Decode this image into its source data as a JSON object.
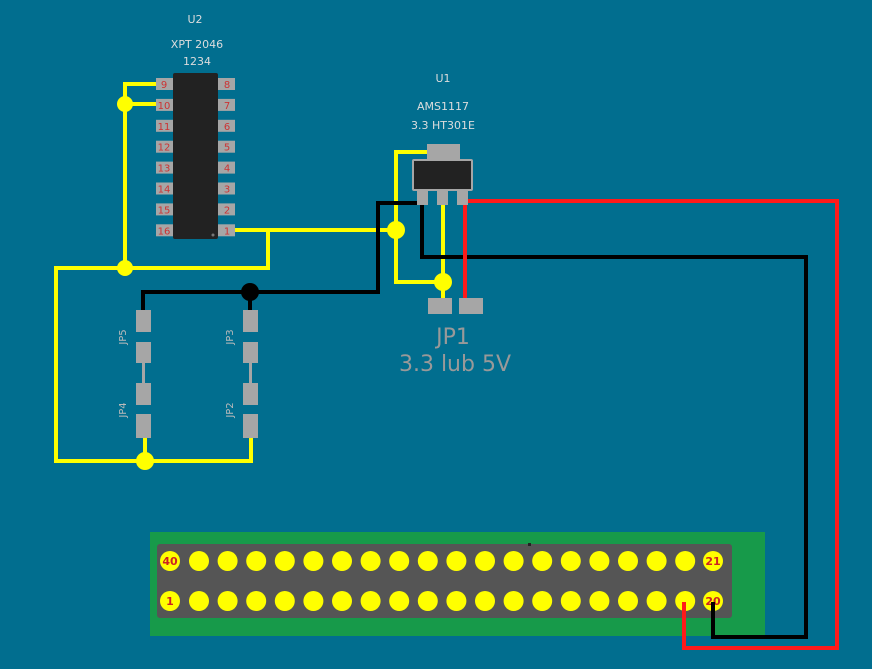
{
  "background": "#016e8f",
  "colors": {
    "wire_yellow": "#ffff00",
    "wire_black": "#000000",
    "wire_red": "#ff1a1a",
    "pad": "#a6a6a6",
    "ic_body": "#222222",
    "pin_label": "#cc3333",
    "silk": "#cccccc",
    "board": "#179a4a",
    "header_body": "#555555"
  },
  "u2": {
    "ref": "U2",
    "value": "XPT 2046",
    "code": "1234",
    "pins_left": [
      "9",
      "10",
      "11",
      "12",
      "13",
      "14",
      "15",
      "16"
    ],
    "pins_right": [
      "8",
      "7",
      "6",
      "5",
      "4",
      "3",
      "2",
      "1"
    ]
  },
  "u1": {
    "ref": "U1",
    "value": "AMS1117",
    "code": "3.3 HT301E"
  },
  "jp1": {
    "ref": "JP1",
    "desc": "3.3 lub 5V"
  },
  "jumpers": {
    "jp5": "JP5",
    "jp4": "JP4",
    "jp3": "JP3",
    "jp2": "JP2"
  },
  "header": {
    "top_left": "40",
    "top_right": "21",
    "bottom_left": "1",
    "bottom_right": "20"
  }
}
